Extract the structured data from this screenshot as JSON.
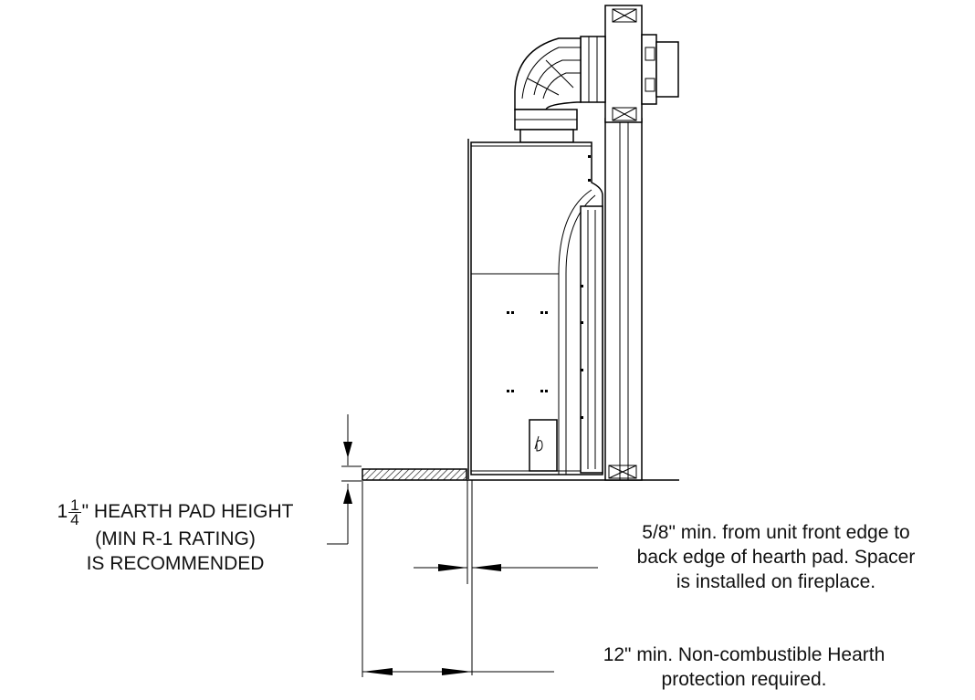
{
  "diagram": {
    "pad_height_label": {
      "whole": "1",
      "frac_num": "1",
      "frac_den": "4",
      "rest": "\" HEARTH PAD HEIGHT",
      "line2": "(MIN R-1 RATING)",
      "line3": "IS RECOMMENDED"
    },
    "spacer_note": {
      "line1": "5/8\" min. from unit front edge to",
      "line2": "back edge of hearth pad. Spacer",
      "line3": "is installed on fireplace."
    },
    "hearth_note": {
      "line1": "12\" min. Non-combustible Hearth",
      "line2": "protection required."
    }
  }
}
